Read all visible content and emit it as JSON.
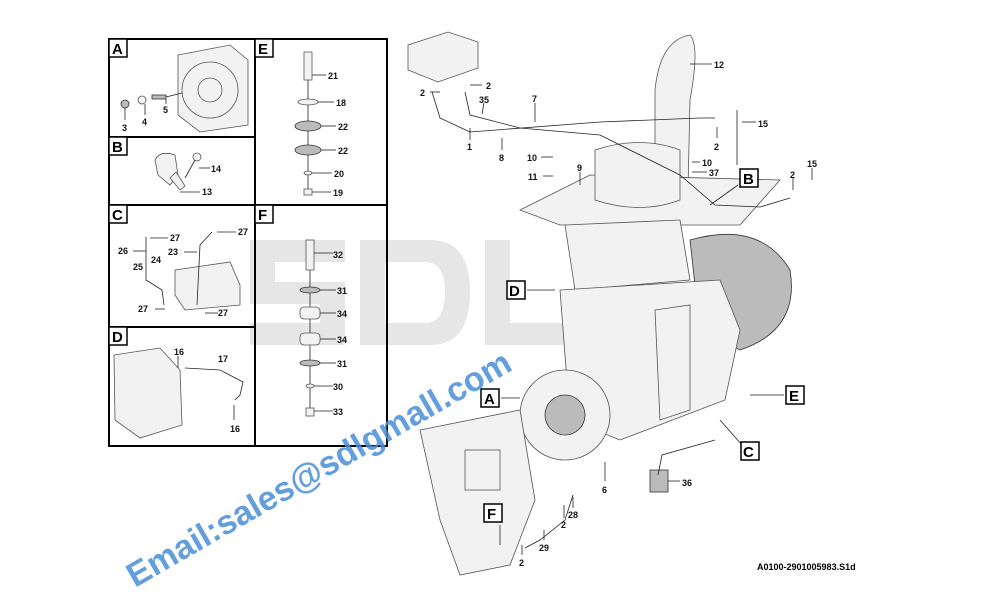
{
  "watermark": {
    "logo": "SDL",
    "email": "Email:sales@sdlgmall.com",
    "color": "#4a8fd8"
  },
  "caption": "A0100-2901005983.S1d",
  "panels": {
    "A": {
      "letter": "A",
      "labels": [
        "3",
        "4",
        "5"
      ]
    },
    "B": {
      "letter": "B",
      "labels": [
        "14",
        "13"
      ]
    },
    "C": {
      "letter": "C",
      "labels": [
        "27",
        "26",
        "23",
        "25",
        "24",
        "27",
        "27",
        "27"
      ]
    },
    "D": {
      "letter": "D",
      "labels": [
        "16",
        "17",
        "16"
      ]
    },
    "E": {
      "letter": "E",
      "labels": [
        "21",
        "18",
        "22",
        "22",
        "20",
        "19"
      ]
    },
    "F": {
      "letter": "F",
      "labels": [
        "32",
        "31",
        "34",
        "34",
        "31",
        "30",
        "33"
      ]
    }
  },
  "main": {
    "labels": [
      "12",
      "2",
      "2",
      "35",
      "7",
      "1",
      "8",
      "15",
      "2",
      "10",
      "11",
      "9",
      "10",
      "37",
      "15",
      "2",
      "6",
      "36",
      "28",
      "2",
      "29",
      "2"
    ],
    "callouts": [
      "B",
      "D",
      "A",
      "E",
      "C",
      "F"
    ]
  }
}
